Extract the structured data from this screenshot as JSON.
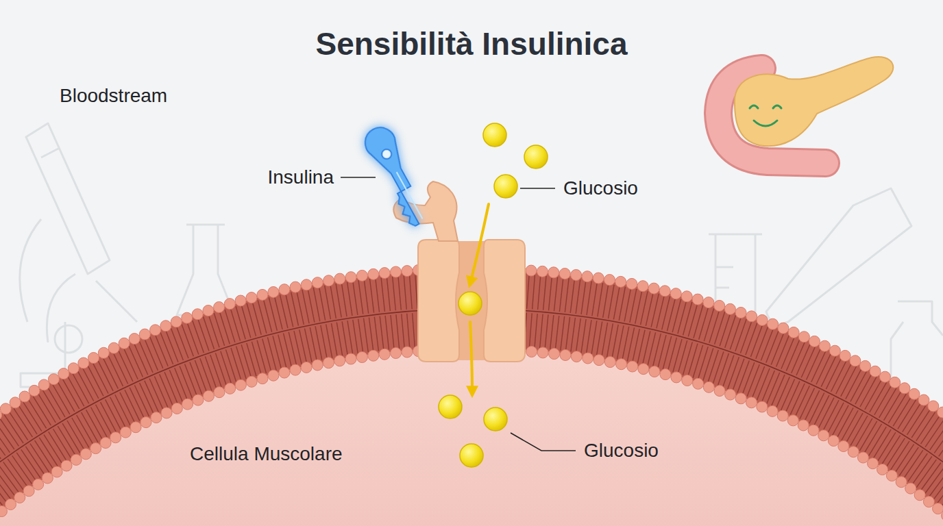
{
  "diagram": {
    "title": "Sensibilità Insulinica",
    "labels": [
      "Bloodstream",
      "Insulina",
      "Glucosio",
      "Glucosio",
      "Cellula Muscolare"
    ]
  }
}
